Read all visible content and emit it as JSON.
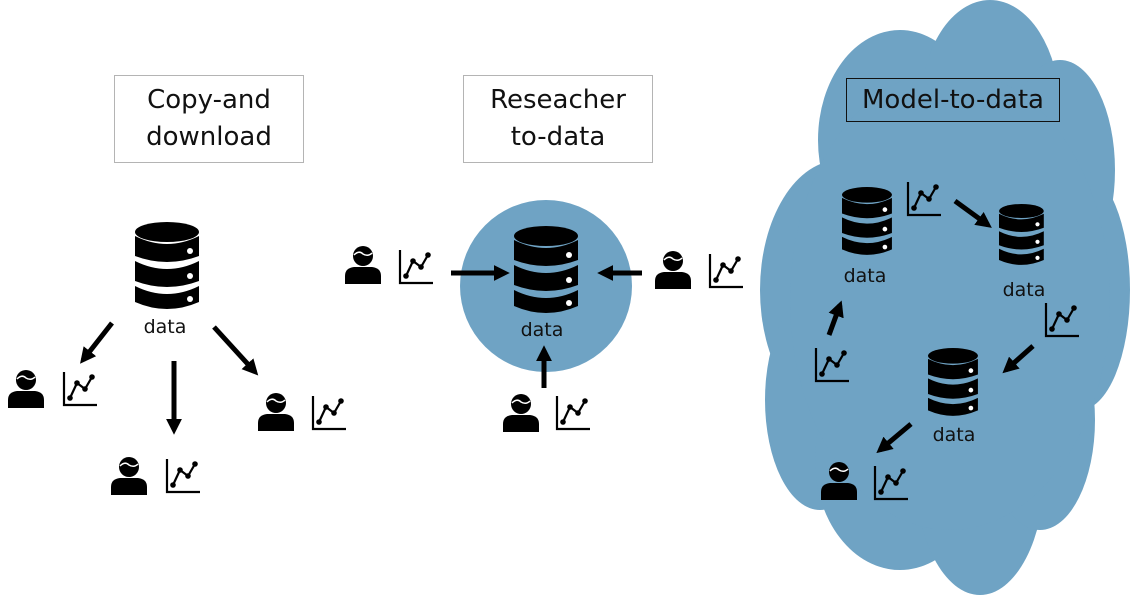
{
  "colors": {
    "accent_blue": "#6FA3C4",
    "icon": "#000000",
    "title_border": "#B4B4B4"
  },
  "panels": {
    "copy_download": {
      "title_line1": "Copy-and",
      "title_line2": "download",
      "database_label": "data",
      "icons": [
        "database-icon",
        "person-icon",
        "line-chart-icon",
        "arrow-icon"
      ]
    },
    "researcher_to_data": {
      "title_line1": "Reseacher",
      "title_line2": "to-data",
      "database_label": "data",
      "icons": [
        "database-icon",
        "person-icon",
        "line-chart-icon",
        "arrow-icon"
      ]
    },
    "model_to_data": {
      "title": "Model-to-data",
      "database_labels": [
        "data",
        "data",
        "data"
      ],
      "icons": [
        "database-icon",
        "person-icon",
        "line-chart-icon",
        "arrow-icon",
        "cloud-shape"
      ]
    }
  }
}
